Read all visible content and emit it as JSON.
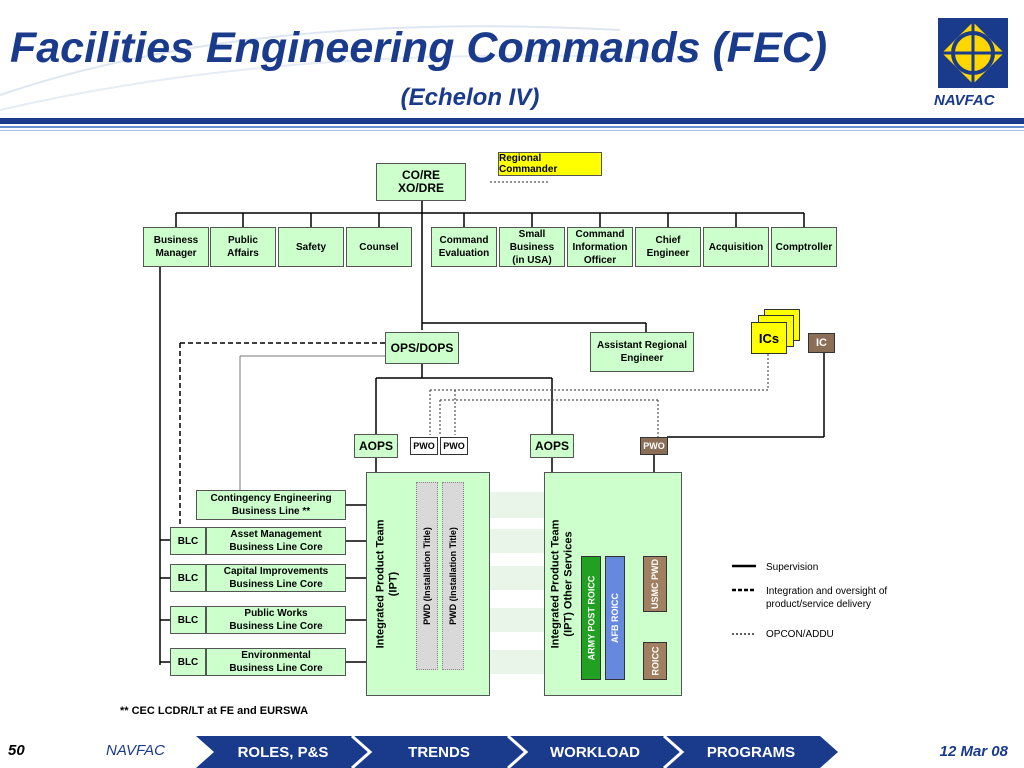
{
  "header": {
    "title": "Facilities Engineering Commands (FEC)",
    "subtitle": "(Echelon IV)",
    "logo_text": "NAVFAC"
  },
  "chart": {
    "regional_commander": "Regional Commander",
    "co_re": [
      "CO/RE",
      "XO/DRE"
    ],
    "staff": [
      [
        "Business",
        "Manager"
      ],
      [
        "Public",
        "Affairs"
      ],
      [
        "Safety"
      ],
      [
        "Counsel"
      ],
      [
        "Command",
        "Evaluation"
      ],
      [
        "Small",
        "Business",
        "(in USA)"
      ],
      [
        "Command",
        "Information",
        "Officer"
      ],
      [
        "Chief",
        "Engineer"
      ],
      [
        "Acquisition"
      ],
      [
        "Comptroller"
      ]
    ],
    "ops": "OPS/DOPS",
    "assistant": [
      "Assistant Regional",
      "Engineer"
    ],
    "ics": "ICs",
    "ic": "IC",
    "aops_left": "AOPS",
    "aops_right": "AOPS",
    "pwo1": "PWO",
    "pwo2": "PWO",
    "pwo3": "PWO",
    "business_lines": {
      "contingency": [
        "Contingency Engineering",
        "Business Line **"
      ],
      "asset": [
        "Asset Management",
        "Business Line Core"
      ],
      "capital": [
        "Capital Improvements",
        "Business Line Core"
      ],
      "public_works": [
        "Public Works",
        "Business Line Core"
      ],
      "environmental": [
        "Environmental",
        "Business Line Core"
      ]
    },
    "blc": [
      "BLC",
      "BLC",
      "BLC",
      "BLC"
    ],
    "ipt_left": [
      "Integrated Product Team",
      "(IPT)"
    ],
    "ipt_right": [
      "Integrated Product Team",
      "(IPT) Other Services"
    ],
    "pwd1": "PWD (Installation Title)",
    "pwd2": "PWD (Installation Title)",
    "army": "ARMY POST ROICC",
    "afb": "AFB ROICC",
    "usmc": "USMC PWD",
    "roicc": "ROICC"
  },
  "legend": {
    "supervision": "Supervision",
    "integration": [
      "Integration and oversight of",
      "product/service delivery"
    ],
    "opcon": "OPCON/ADDU"
  },
  "footnote": "** CEC LCDR/LT at FE and EURSWA",
  "footer": {
    "page": "50",
    "org": "NAVFAC",
    "tabs": [
      "ROLES, P&S",
      "TRENDS",
      "WORKLOAD",
      "PROGRAMS"
    ],
    "date": "12 Mar 08"
  },
  "colors": {
    "title": "#1a3a8c",
    "box": "#ccffcc",
    "yellow": "#ffff00",
    "brown": "#8a6e55"
  }
}
